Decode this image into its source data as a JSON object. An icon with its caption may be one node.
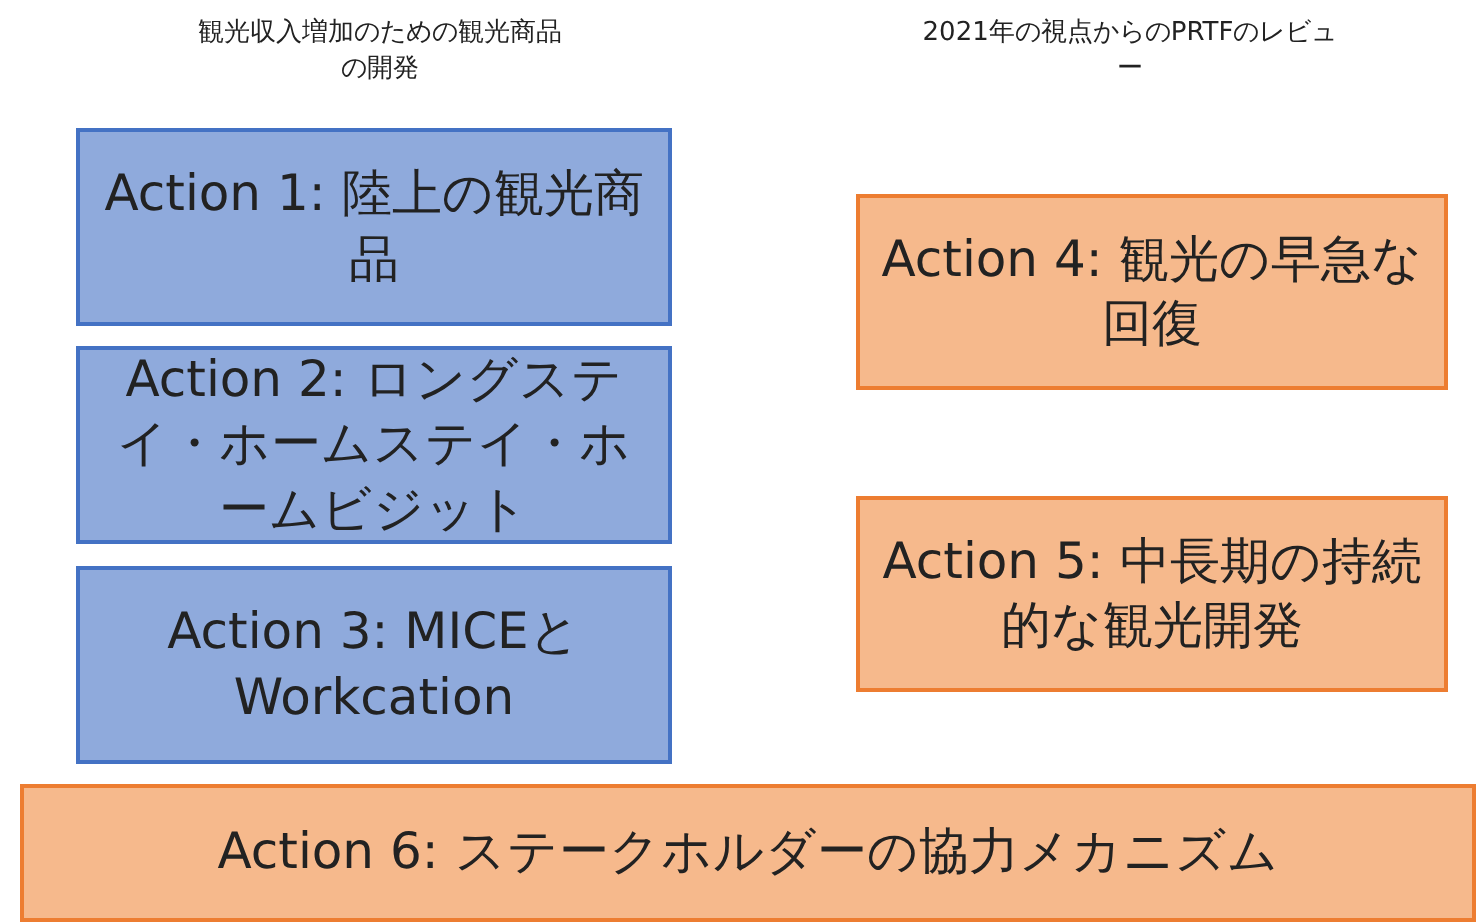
{
  "diagram": {
    "nodes": [
      {
        "text": [
          "Action 1: 陸上の観光商品"
        ]
      },
      {
        "text": [
          "Action 2: ロングステイ・ホームステイ・ホームビジット"
        ]
      },
      {
        "text": [
          "Action 3: MICEとWorkcation"
        ]
      },
      {
        "text": [
          "Action 4: 観光の早急な回復"
        ]
      },
      {
        "text": [
          "Action 5: 中長期の持続的な観光開発"
        ]
      },
      {
        "text": [
          "Action 6: ステークホルダーの協力メカニズム"
        ]
      }
    ],
    "edges": [],
    "labels": [
      "観光収入増加のための観光商品の開発",
      "2021年の視点からのPRTFのレビュー"
    ]
  }
}
